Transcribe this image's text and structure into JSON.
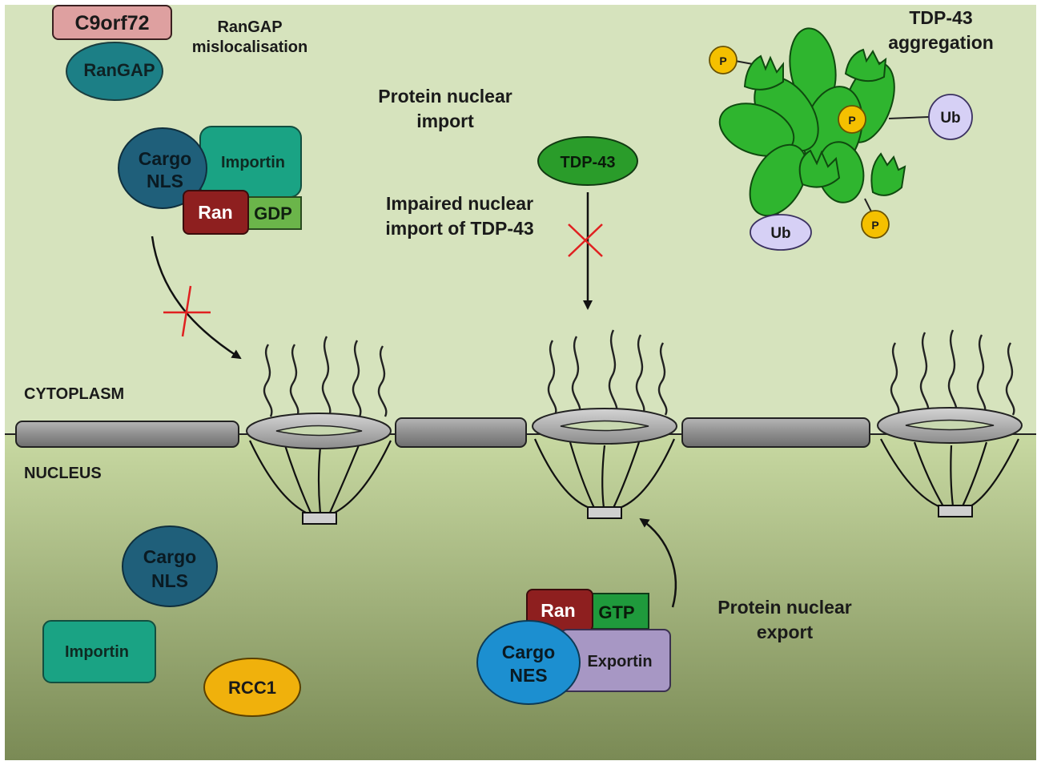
{
  "labels": {
    "c9orf72": "C9orf72",
    "rangap": "RanGAP",
    "rangap_mislocalisation_1": "RanGAP",
    "rangap_mislocalisation_2": "mislocalisation",
    "protein_import_1": "Protein nuclear",
    "protein_import_2": "import",
    "impaired_1": "Impaired nuclear",
    "impaired_2": "import of TDP-43",
    "tdp43": "TDP-43",
    "aggregation_1": "TDP-43",
    "aggregation_2": "aggregation",
    "cytoplasm": "CYTOPLASM",
    "nucleus": "NUCLEUS",
    "export_1": "Protein nuclear",
    "export_2": "export",
    "phospho": "P",
    "ubiquitin": "Ub"
  },
  "cytoplasm_complex": {
    "cargo_1": "Cargo",
    "cargo_2": "NLS",
    "importin": "Importin",
    "ran": "Ran",
    "gdp": "GDP"
  },
  "nucleus_proteins": {
    "cargo_1": "Cargo",
    "cargo_2": "NLS",
    "importin": "Importin",
    "rcc1": "RCC1"
  },
  "export_complex": {
    "ran": "Ran",
    "gtp": "GTP",
    "cargo_1": "Cargo",
    "cargo_2": "NES",
    "exportin": "Exportin"
  },
  "colors": {
    "cytoplasm_bg": "#d6e3bd",
    "nucleus_top": "#c5d69c",
    "nucleus_bottom": "#7c8c55",
    "c9orf72": "#dea0a0",
    "rangap": "#1c7f86",
    "cargo": "#1f5f7a",
    "importin": "#1aa384",
    "ran": "#8e1f1f",
    "gdp": "#6bb54a",
    "gtp": "#1f9a3c",
    "tdp43": "#2a9c2a",
    "aggregate": "#2fb52f",
    "phospho": "#f5c000",
    "ubiquitin": "#d6d0f5",
    "rcc1": "#f0b10c",
    "nes_cargo": "#1c8fd0",
    "exportin": "#a797c4",
    "blocked": "#e02020"
  }
}
